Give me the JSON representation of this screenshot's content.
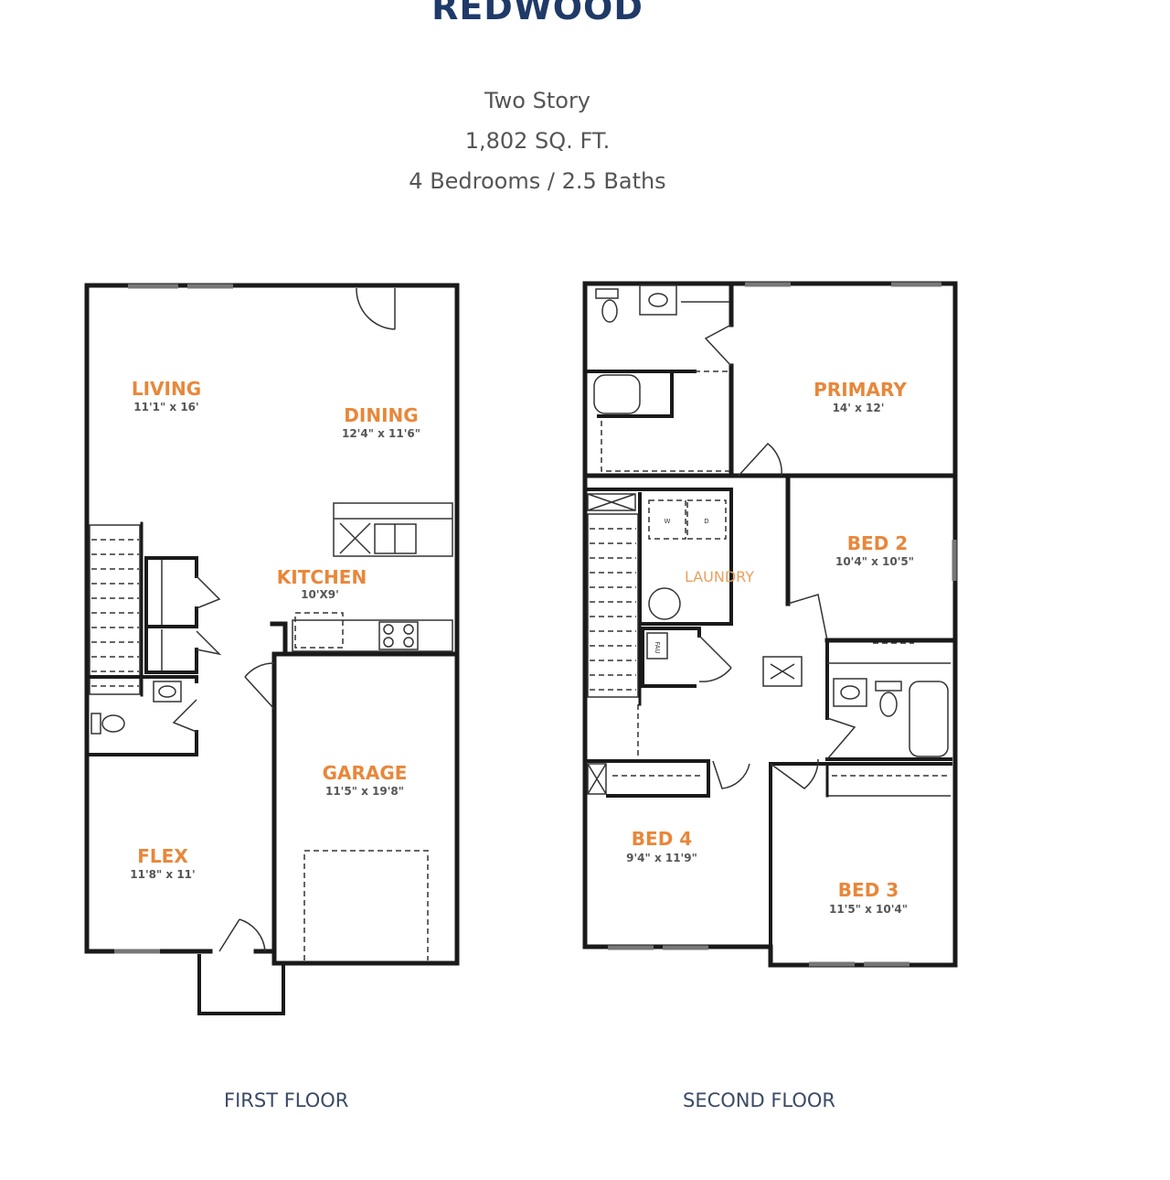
{
  "header": {
    "title": "REDWOOD",
    "style": "Two Story",
    "area": "1,802 SQ. FT.",
    "beds_baths": "4 Bedrooms / 2.5 Baths"
  },
  "colors": {
    "title": "#1f3a68",
    "room_name": "#e8873a",
    "dimension": "#555555",
    "walls": "#1a1a1a"
  },
  "first_floor": {
    "label": "FIRST FLOOR",
    "rooms": [
      {
        "name": "LIVING",
        "size": "11'1\" x 16'"
      },
      {
        "name": "DINING",
        "size": "12'4\" x 11'6\""
      },
      {
        "name": "KITCHEN",
        "size": "10'X9'"
      },
      {
        "name": "GARAGE",
        "size": "11'5\" x 19'8\""
      },
      {
        "name": "FLEX",
        "size": "11'8\" x 11'"
      }
    ]
  },
  "second_floor": {
    "label": "SECOND FLOOR",
    "rooms": [
      {
        "name": "PRIMARY",
        "size": "14' x 12'"
      },
      {
        "name": "BED 2",
        "size": "10'4\" x 10'5\""
      },
      {
        "name": "LAUNDRY",
        "size": ""
      },
      {
        "name": "BED 4",
        "size": "9'4\" x 11'9\""
      },
      {
        "name": "BED 3",
        "size": "11'5\" x 10'4\""
      }
    ],
    "appliance_labels": {
      "washer": "W",
      "dryer": "D",
      "furnace": "FAU"
    }
  }
}
